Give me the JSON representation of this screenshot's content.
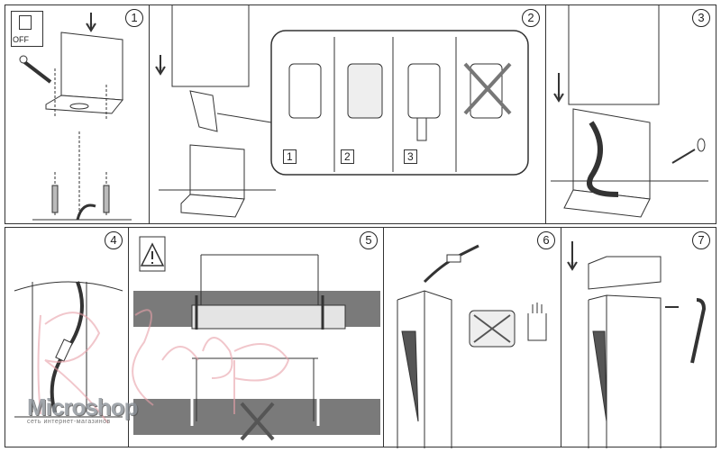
{
  "steps": [
    "1",
    "2",
    "3",
    "4",
    "5",
    "6",
    "7"
  ],
  "switch_label": "OFF",
  "junction_options": [
    "1",
    "2",
    "3"
  ],
  "watermark": {
    "brand": "Microshop",
    "tagline": "сеть интернет-магазинов",
    "script_logo": "RShop"
  },
  "colors": {
    "line": "#333333",
    "grass": "#7a7a7a",
    "watermark_pink": "#e8a0a8"
  }
}
